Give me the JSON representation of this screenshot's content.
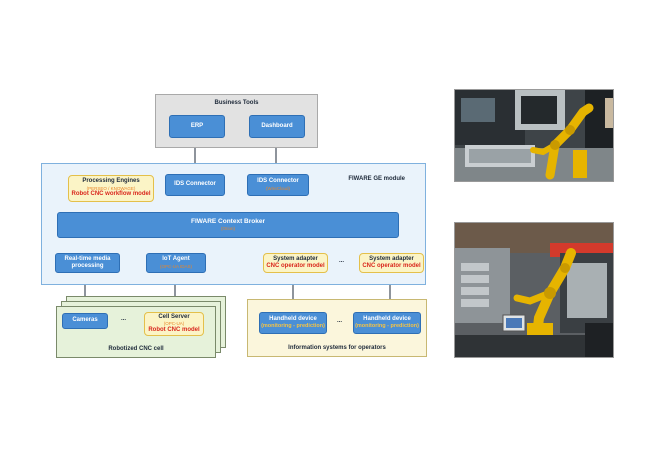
{
  "business_tools": {
    "title": "Business Tools",
    "erp": "ERP",
    "dashboard": "Dashboard"
  },
  "fiware": {
    "module_label": "FIWARE GE module",
    "ids_connector_left": "IDS Connector",
    "ids_connector_right": "IDS Connector",
    "ids_connector_right_sub": "(WireCloud)",
    "processing_engines": "Processing Engines",
    "processing_engines_sub": "(PERSEO / KNOWAGE)",
    "processing_engines_model": "Robot CNC workflow model",
    "context_broker": "FIWARE Context Broker",
    "context_broker_sub": "(Orion)",
    "realtime_media_1": "Real-time media",
    "realtime_media_2": "processing",
    "iot_agent": "IoT Agent",
    "iot_agent_sub": "(OPC-UA IDAS)",
    "system_adapter_1": "System adapter",
    "system_adapter_1_model": "CNC operator model",
    "ellipsis": "...",
    "system_adapter_2": "System adapter",
    "system_adapter_2_model": "CNC operator model"
  },
  "cnc_cell": {
    "title": "Robotized CNC cell",
    "cameras": "Cameras",
    "ellipsis": "...",
    "cell_server": "Cell Server",
    "cell_server_sub": "(OPC-UA)",
    "cell_server_model": "Robot CNC model"
  },
  "operators": {
    "title": "Information systems for operators",
    "device_1": "Handheld device",
    "device_1_sub": "(monitoring - prediction)",
    "ellipsis": "...",
    "device_2": "Handheld device",
    "device_2_sub": "(monitoring - prediction)"
  },
  "colors": {
    "blue_box": "#4a8fd6",
    "yellow_box": "#fbf4c6",
    "fiware_bg": "#eaf3fb",
    "cnc_bg": "#e6f2da",
    "operators_bg": "#fbf6dc",
    "business_bg": "#e2e2e2",
    "accent_red": "#d9261c",
    "accent_orange": "#e8862a"
  }
}
